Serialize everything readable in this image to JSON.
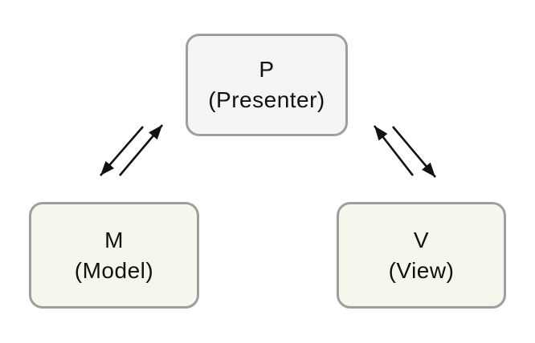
{
  "diagram": {
    "type": "mvp-architecture-pattern",
    "nodes": {
      "presenter": {
        "abbr": "P",
        "label": "(Presenter)",
        "fill": "#f5f4f6"
      },
      "model": {
        "abbr": "M",
        "label": "(Model)",
        "fill": "#f4f7ec"
      },
      "view": {
        "abbr": "V",
        "label": "(View)",
        "fill": "#f4f7ec"
      }
    },
    "edges": [
      {
        "from": "P",
        "to": "M"
      },
      {
        "from": "M",
        "to": "P"
      },
      {
        "from": "V",
        "to": "P"
      },
      {
        "from": "P",
        "to": "V"
      }
    ],
    "colors": {
      "background": "#ffffff",
      "border": "#9e9e9e",
      "text": "#111111",
      "arrow": "#111111"
    }
  }
}
